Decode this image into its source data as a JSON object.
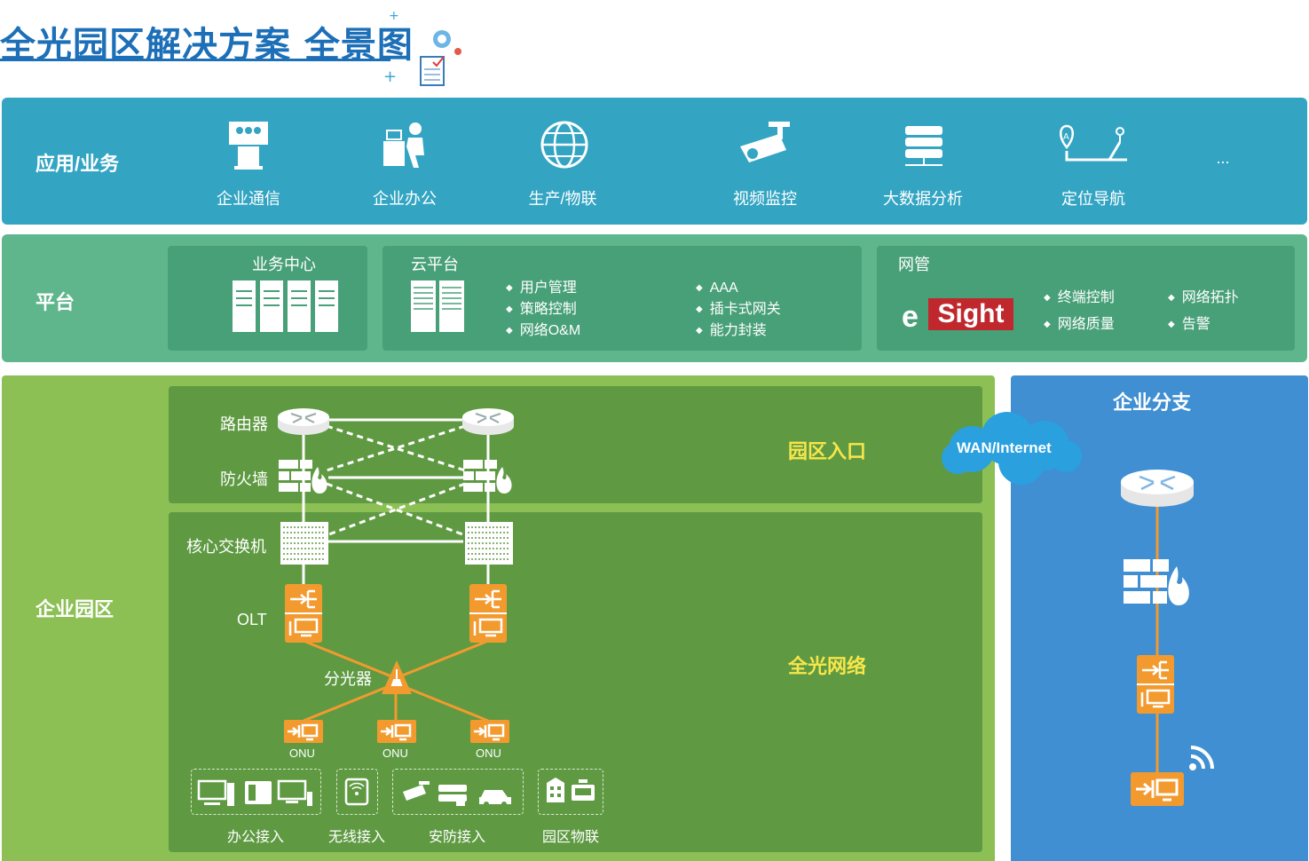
{
  "title": "全光园区解决方案 全景图",
  "apps": {
    "label": "应用/业务",
    "items": [
      "企业通信",
      "企业办公",
      "生产/物联",
      "视频监控",
      "大数据分析",
      "定位导航"
    ],
    "more": "..."
  },
  "platform": {
    "label": "平台",
    "business_center": "业务中心",
    "cloud": {
      "title": "云平台",
      "left": [
        "用户管理",
        "策略控制",
        "网络O&M"
      ],
      "right": [
        "AAA",
        "插卡式网关",
        "能力封装"
      ]
    },
    "nms": {
      "title": "网管",
      "logo_e": "e",
      "logo_sight": "Sight",
      "left": [
        "终端控制",
        "网络质量"
      ],
      "right": [
        "网络拓扑",
        "告警"
      ]
    }
  },
  "campus": {
    "label": "企业园区",
    "router": "路由器",
    "firewall": "防火墙",
    "core_switch": "核心交换机",
    "olt": "OLT",
    "splitter": "分光器",
    "onu": "ONU",
    "zone_entry": "园区入口",
    "zone_optical": "全光网络",
    "access": [
      "办公接入",
      "无线接入",
      "安防接入",
      "园区物联"
    ]
  },
  "wan": "WAN/Internet",
  "branch": {
    "label": "企业分支"
  },
  "colors": {
    "title": "#1d6fb8",
    "app_band": "#33a5c3",
    "platform_band": "#5fb68d",
    "platform_panel": "#48a078",
    "campus_bg": "#8cbf54",
    "campus_inner": "#5f9a43",
    "branch_bg": "#3f8fd2",
    "orange": "#f39a2f",
    "zone_text": "#f7e64a"
  }
}
